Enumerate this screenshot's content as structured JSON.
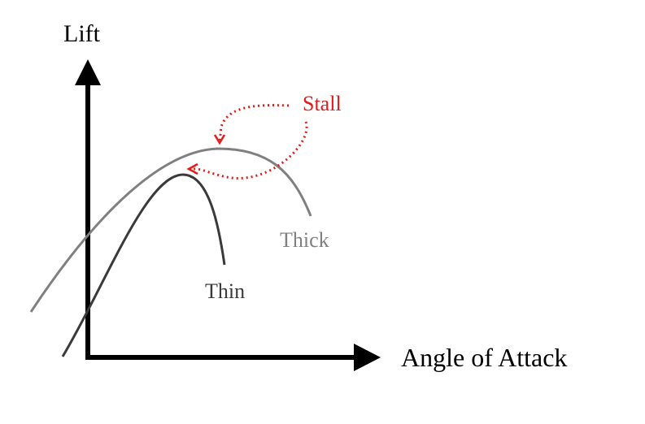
{
  "axes": {
    "y_label": "Lift",
    "x_label": "Angle of Attack"
  },
  "curves": {
    "thick": {
      "label": "Thick",
      "color": "#808080"
    },
    "thin": {
      "label": "Thin",
      "color": "#3a3a3a"
    }
  },
  "annotation": {
    "label": "Stall",
    "color": "#e31b1b"
  },
  "colors": {
    "axis": "#000000",
    "background": "#ffffff"
  }
}
